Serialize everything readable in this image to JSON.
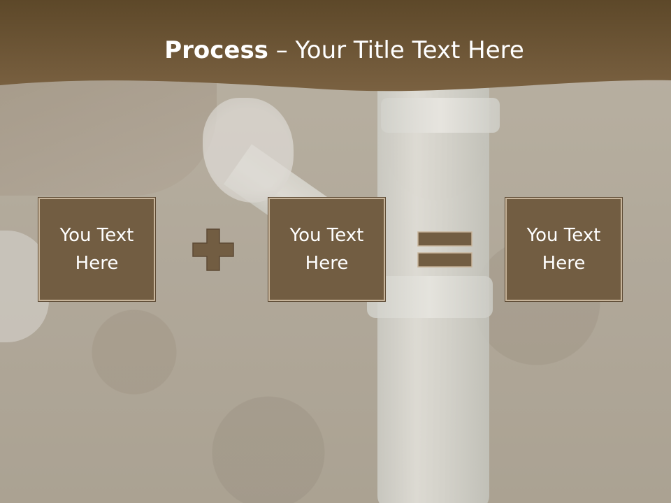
{
  "slide": {
    "title_bold": "Process",
    "title_rest": " – Your Title Text Here",
    "boxes": [
      {
        "text": "You Text Here"
      },
      {
        "text": "You Text Here"
      },
      {
        "text": "You Text Here"
      }
    ],
    "operators": [
      "plus-icon",
      "equals-icon"
    ]
  },
  "colors": {
    "header_band": "#6f5738",
    "box_fill": "#725d42",
    "box_border": "#c7b49a",
    "operator_fill": "#725d42",
    "title_text": "#ffffff"
  }
}
